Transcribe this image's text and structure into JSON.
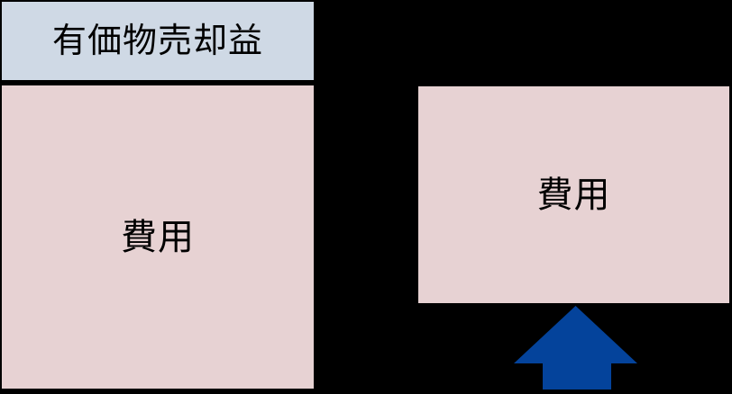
{
  "diagram": {
    "title": "expense-offset-diagram",
    "background_color": "#000000",
    "left_column": {
      "header": {
        "label": "有価物売却益",
        "bg_color": "#CFD9E5",
        "text_color": "#000000"
      },
      "body": {
        "label": "費用",
        "bg_color": "#E7D2D3",
        "text_color": "#000000"
      }
    },
    "right_column": {
      "body": {
        "label": "費用",
        "bg_color": "#E7D2D3",
        "text_color": "#000000"
      },
      "arrow": {
        "icon": "up-arrow-icon",
        "direction": "up",
        "color": "#04439B"
      }
    }
  }
}
